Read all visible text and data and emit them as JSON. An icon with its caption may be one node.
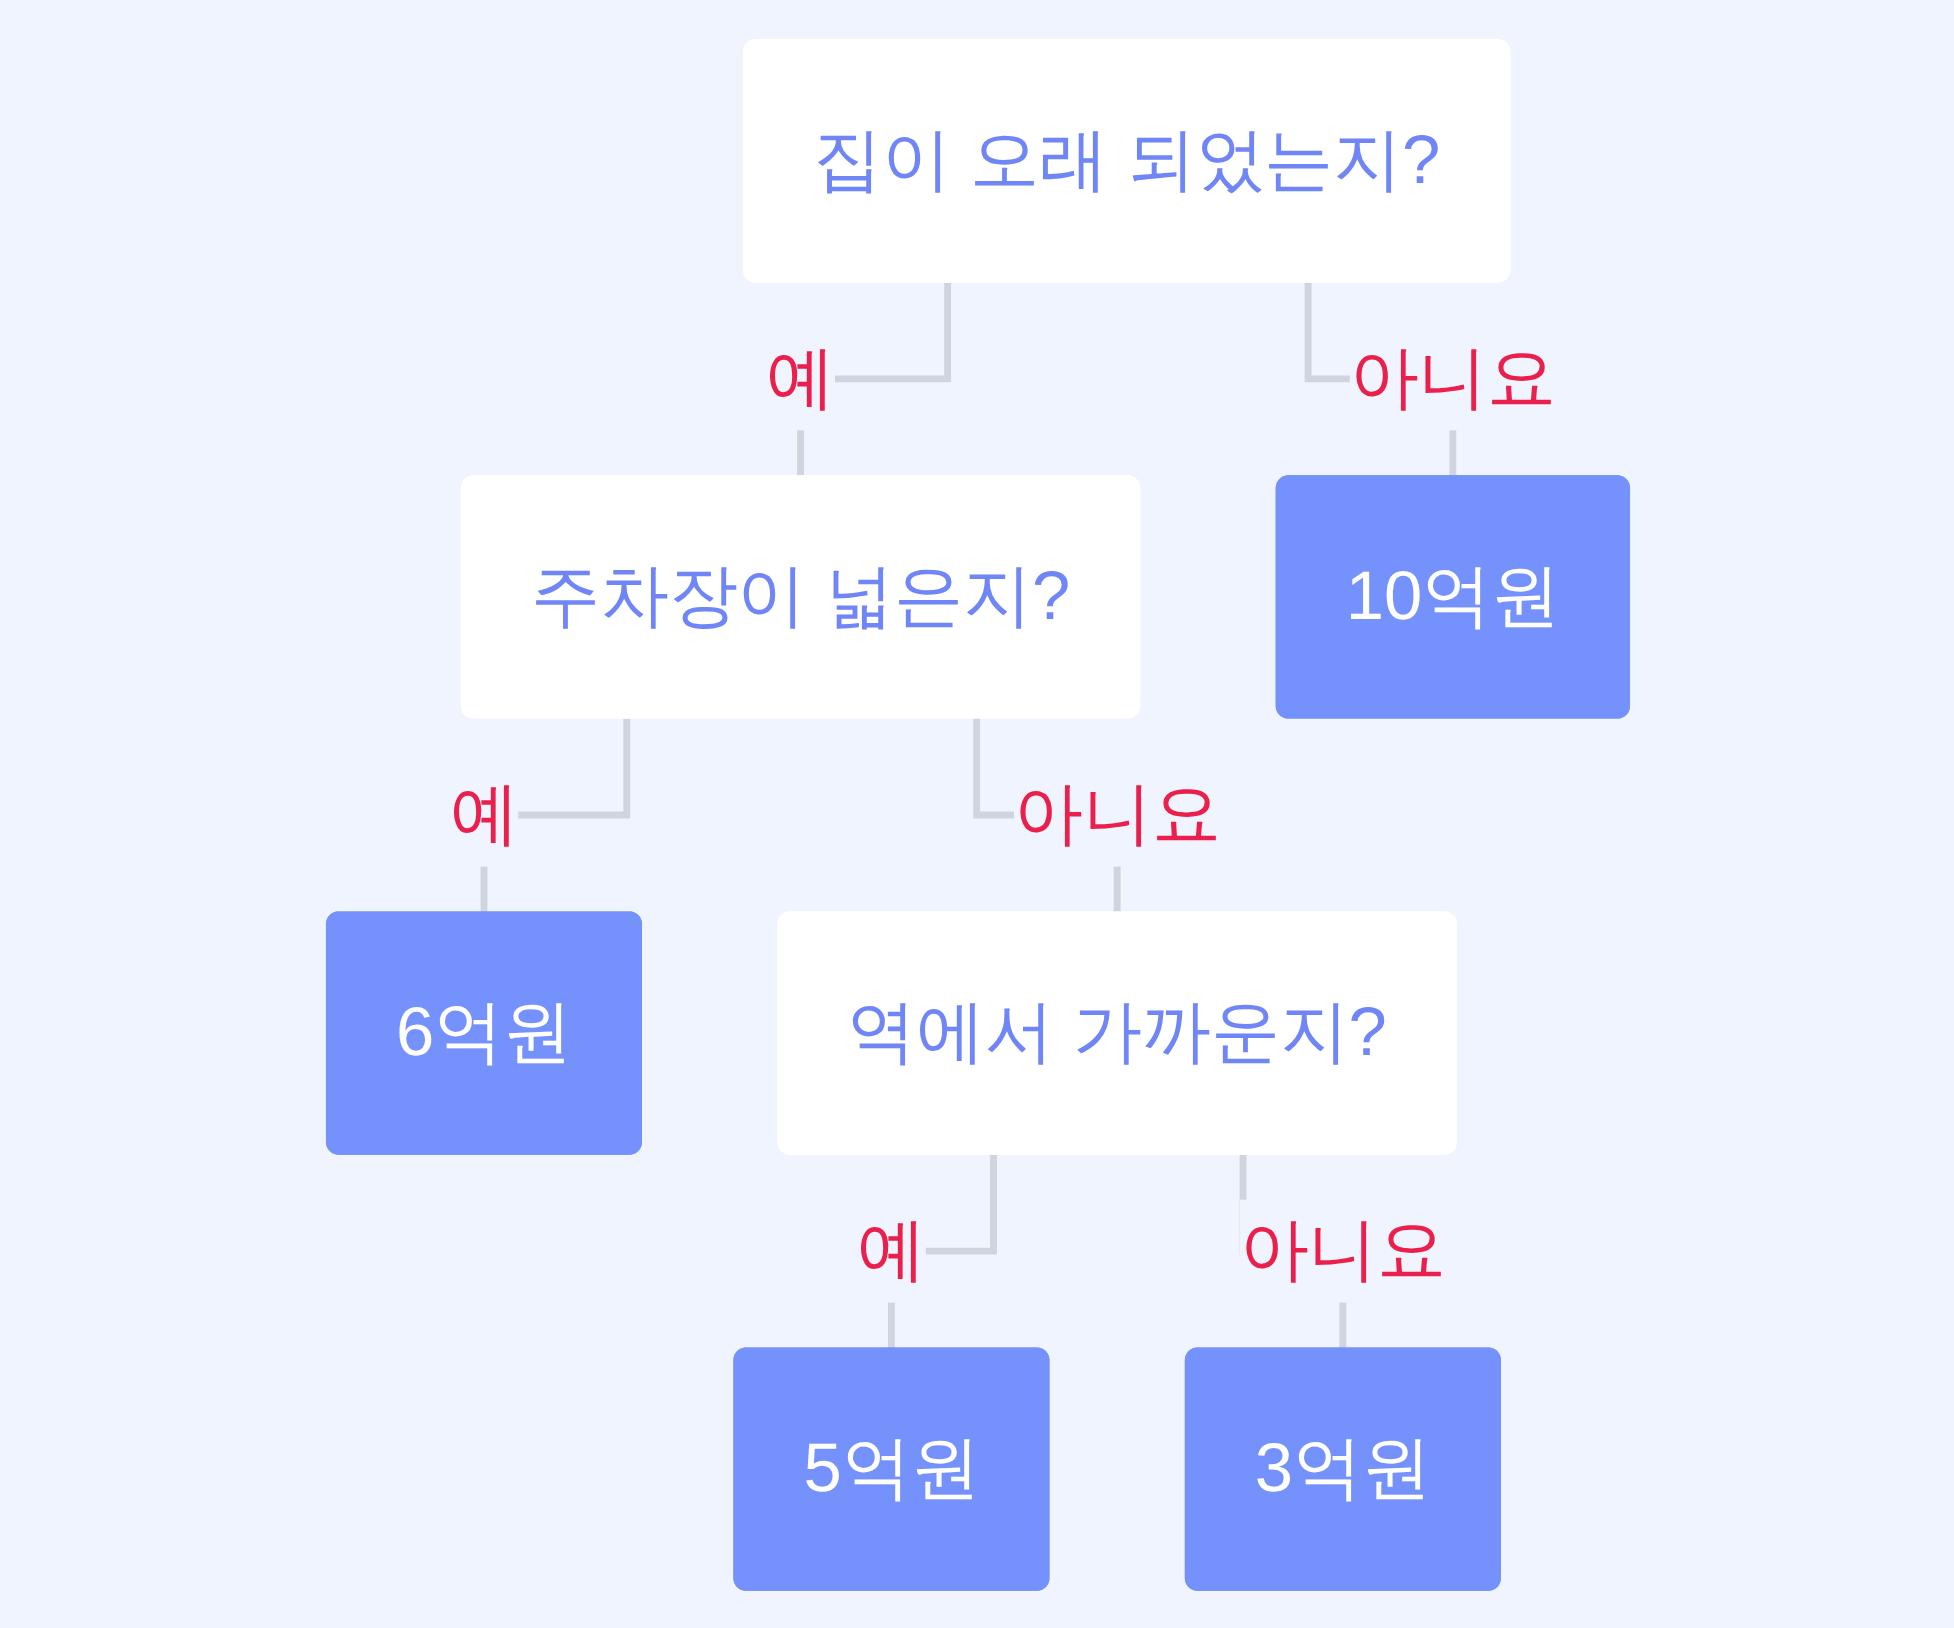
{
  "diagram": {
    "nodes": [
      {
        "text": [
          "집이 오래 되었는지?"
        ]
      },
      {
        "text": [
          "주차장이 넓은지?"
        ]
      },
      {
        "text": [
          "10억원"
        ]
      },
      {
        "text": [
          "6억원"
        ]
      },
      {
        "text": [
          "역에서 가까운지?"
        ]
      },
      {
        "text": [
          "5억원"
        ]
      },
      {
        "text": [
          "3억원"
        ]
      }
    ],
    "edges": [
      {
        "from": 0,
        "to": 1,
        "label": "예",
        "arrow": "none"
      },
      {
        "from": 0,
        "to": 2,
        "label": "아니요",
        "arrow": "none"
      },
      {
        "from": 1,
        "to": 3,
        "label": "예",
        "arrow": "none"
      },
      {
        "from": 1,
        "to": 4,
        "label": "아니요",
        "arrow": "none"
      },
      {
        "from": 4,
        "to": 5,
        "label": "예",
        "arrow": "none"
      },
      {
        "from": 4,
        "to": 6,
        "label": "아니요",
        "arrow": "none"
      }
    ]
  }
}
